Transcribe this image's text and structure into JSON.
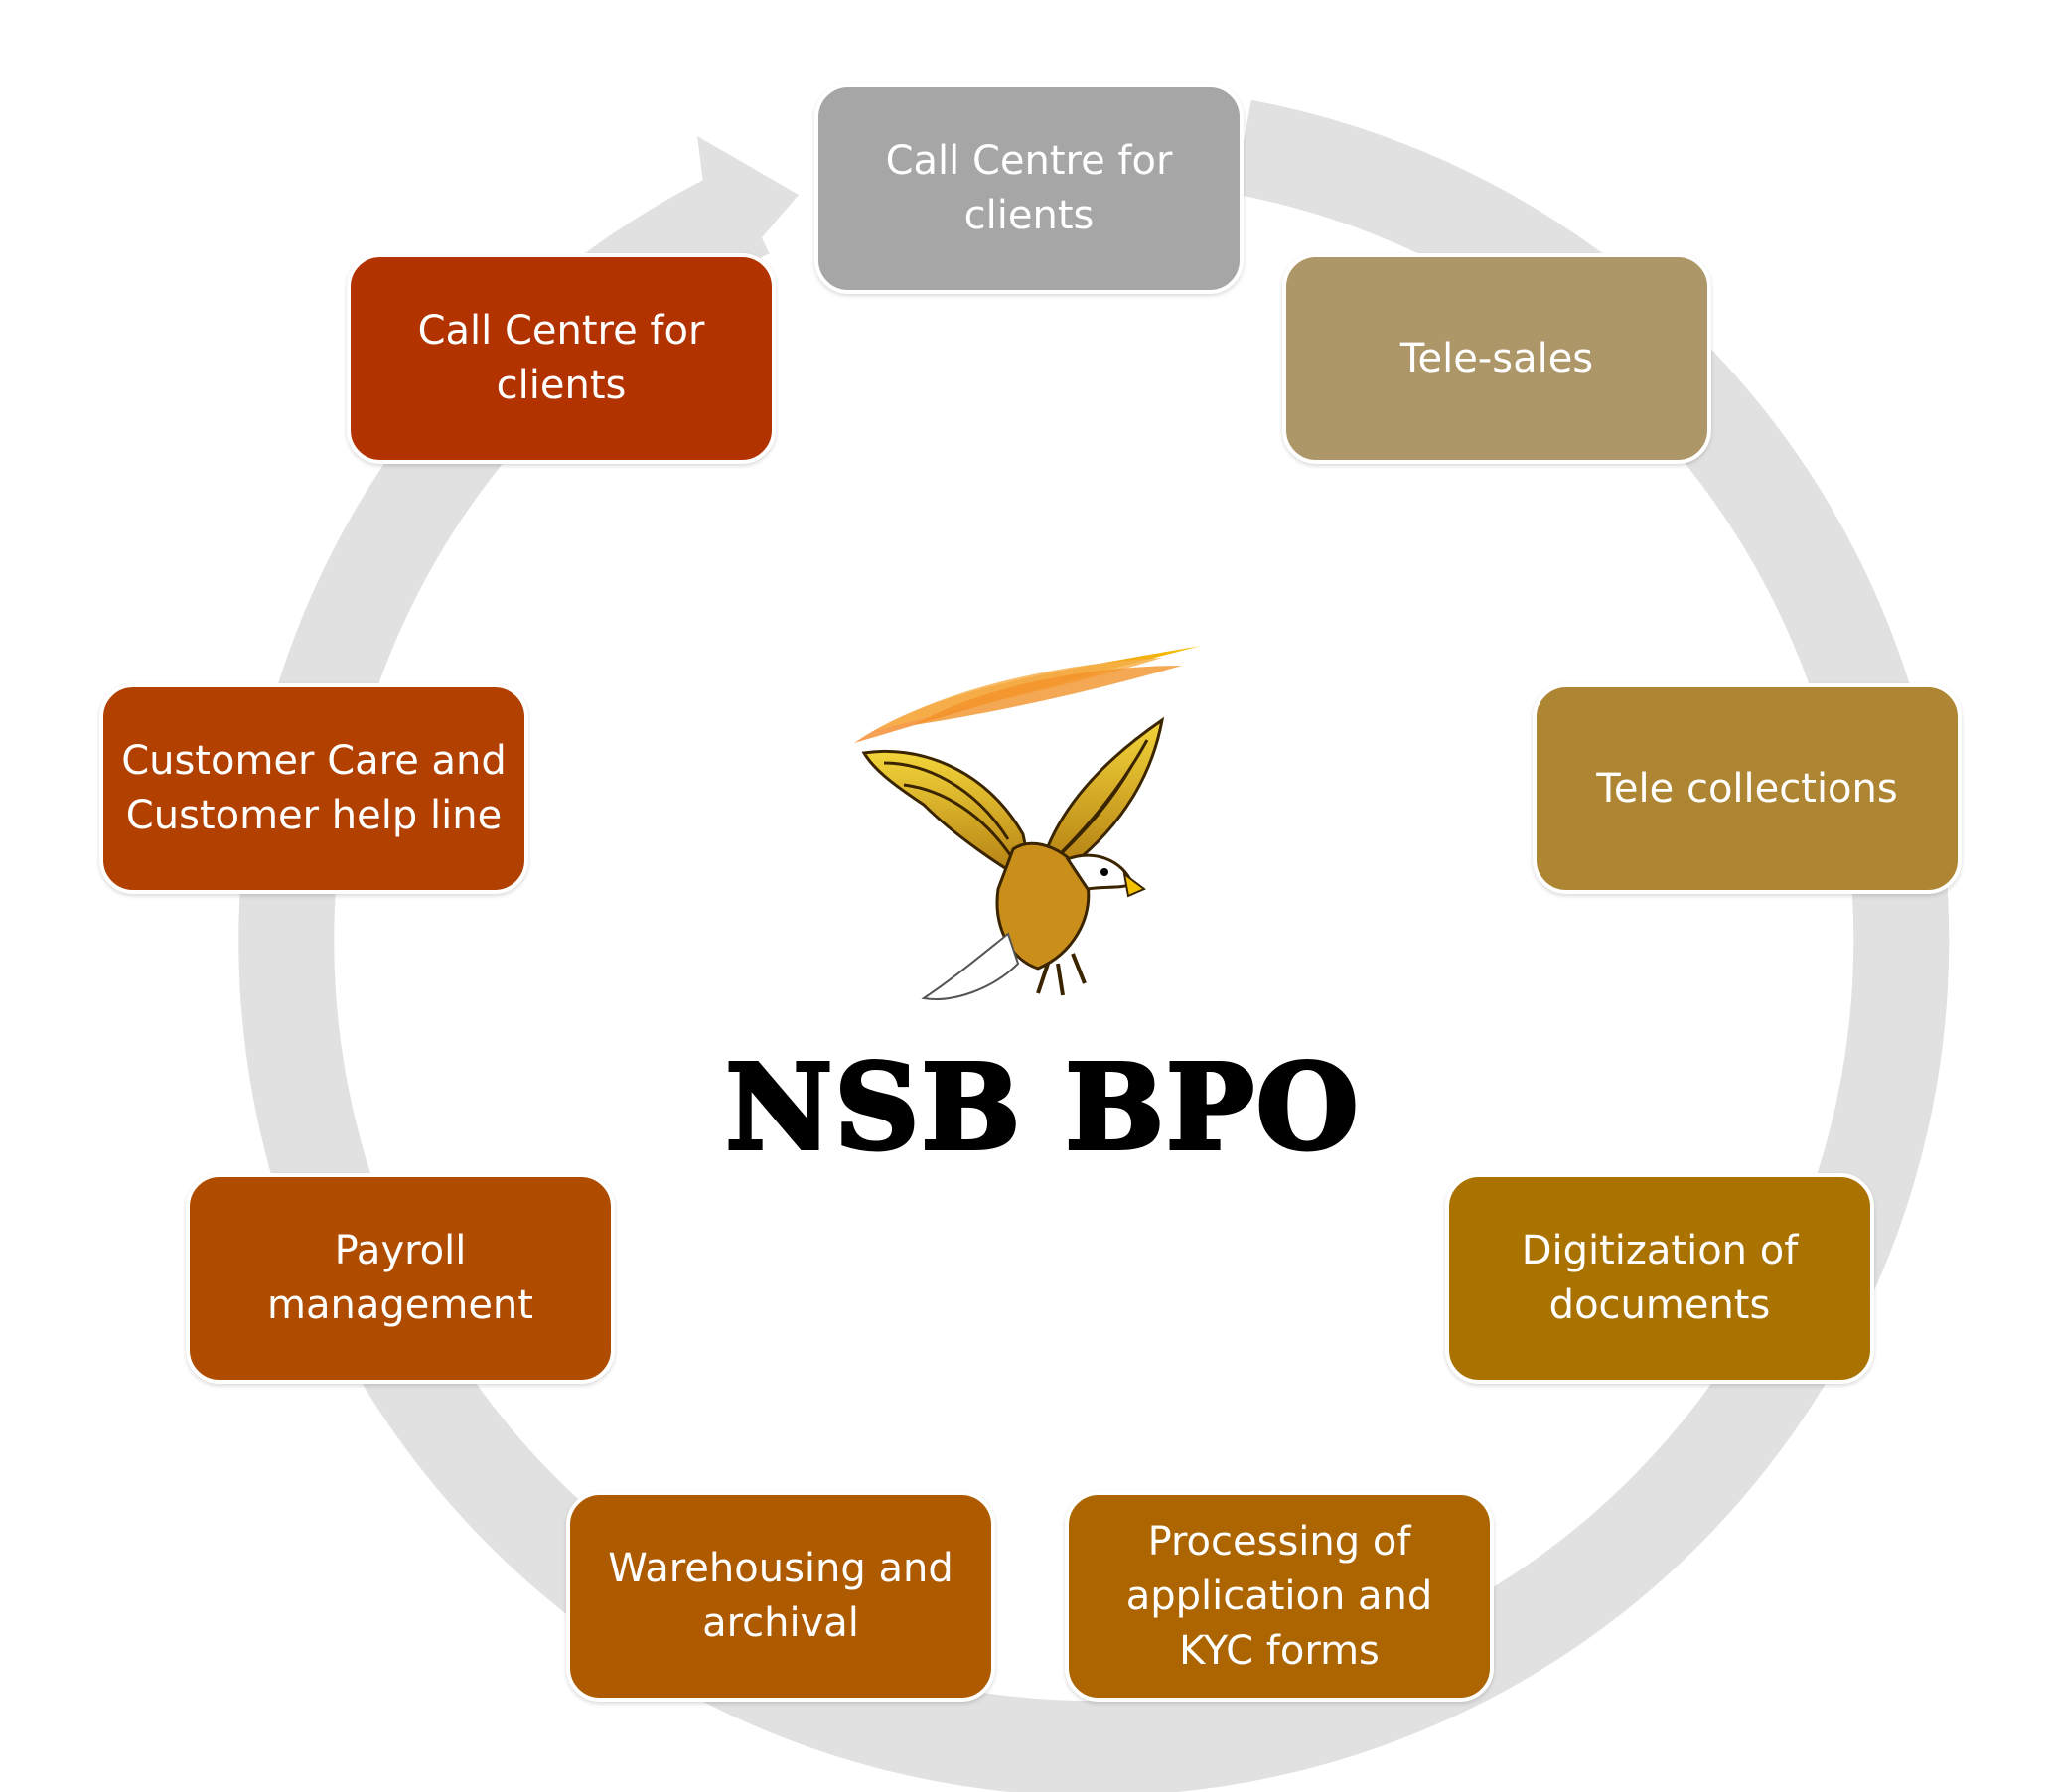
{
  "brand": {
    "title": "NSB BPO",
    "logo_icon": "eagle-flame-logo-icon"
  },
  "cycle": {
    "arrow_color": "#e1e1e1",
    "nodes": [
      {
        "label": "Call Centre for clients",
        "color": "#a6a6a6"
      },
      {
        "label": "Tele-sales",
        "color": "#ad9768"
      },
      {
        "label": "Tele collections",
        "color": "#ae8633"
      },
      {
        "label": "Digitization of documents",
        "color": "#aa7200"
      },
      {
        "label": "Processing of application and KYC forms",
        "color": "#ac6500"
      },
      {
        "label": "Warehousing and archival",
        "color": "#ae5a00"
      },
      {
        "label": "Payroll management",
        "color": "#af4c00"
      },
      {
        "label": "Customer Care and Customer help line",
        "color": "#b24000"
      },
      {
        "label": "Call Centre for clients",
        "color": "#b33300"
      }
    ]
  }
}
